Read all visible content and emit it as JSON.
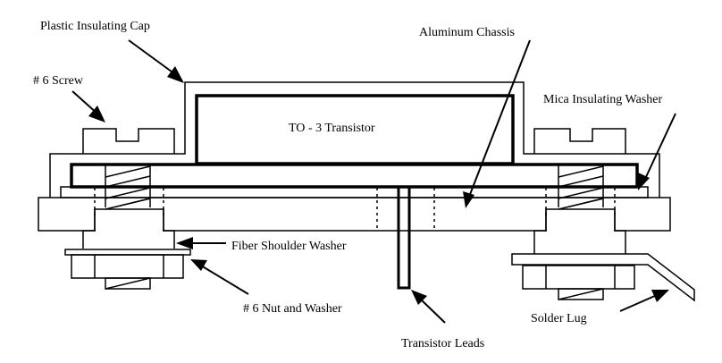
{
  "diagram": {
    "title": "TO-3 Transistor Mounting Assembly (cross-section)",
    "labels": {
      "cap": "Plastic Insulating Cap",
      "screw": "# 6  Screw",
      "chassis": "Aluminum Chassis",
      "mica": "Mica Insulating Washer",
      "transistor": "TO - 3  Transistor",
      "fiber": "Fiber Shoulder Washer",
      "nut": "# 6 Nut and Washer",
      "leads": "Transistor Leads",
      "lug": "Solder Lug"
    },
    "colors": {
      "stroke": "#000000",
      "background": "#ffffff"
    }
  }
}
